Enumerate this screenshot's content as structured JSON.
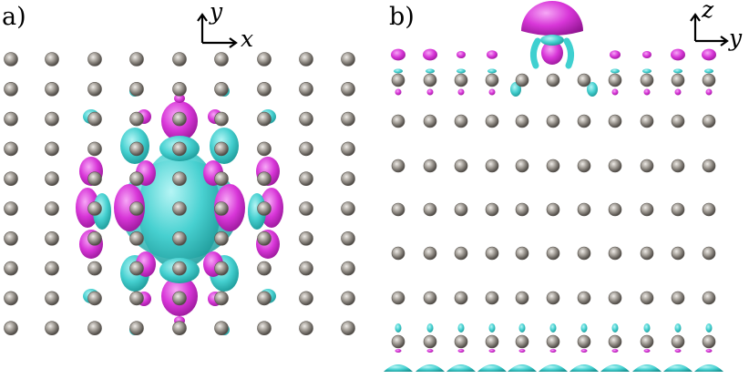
{
  "panels": [
    {
      "label": "a)",
      "axes": {
        "horizontal": "x",
        "vertical": "y"
      }
    },
    {
      "label": "b)",
      "axes": {
        "horizontal": "y",
        "vertical": "z"
      }
    }
  ],
  "colors": {
    "atom_dark": "#5a554f",
    "atom_light": "#c2beb8",
    "charge_accumulation": "#d62fd6",
    "charge_depletion": "#3fd0d0"
  }
}
